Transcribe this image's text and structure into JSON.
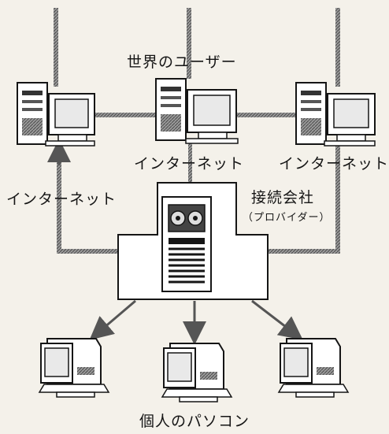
{
  "labels": {
    "world_users": "世界のユーザー",
    "internet_1": "インターネット",
    "internet_2": "インターネット",
    "internet_left": "インターネット",
    "provider": "接続会社",
    "provider_sub": "（プロバイダー）",
    "personal_pc": "個人のパソコン"
  },
  "colors": {
    "line": "#6e6e6e",
    "ink": "#151515",
    "device_fill": "#ffffff",
    "screen_fill": "#e9e9e9"
  },
  "icons": {
    "world_computer": "desktop-tower-computer-icon",
    "provider_server": "server-tower-icon",
    "personal_computer": "crt-monitor-icon"
  }
}
